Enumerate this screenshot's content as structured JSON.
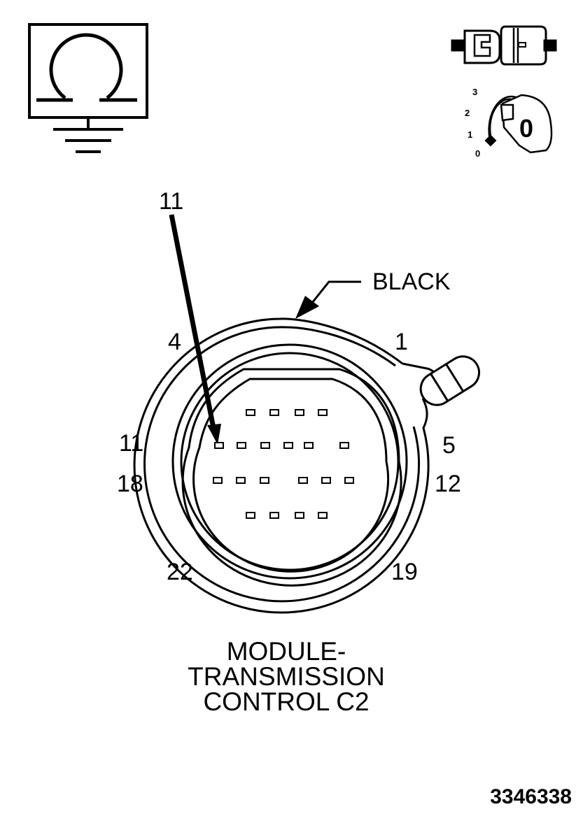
{
  "icons": {
    "ohmmeter": "ohmmeter-ground-icon",
    "connector": "disconnected-connector-icon",
    "ignition": "ignition-key-off-icon"
  },
  "ignition": {
    "positions": [
      "3",
      "2",
      "1",
      "0"
    ],
    "key_text": "0"
  },
  "connector": {
    "color_label": "BLACK",
    "pointer_label": "11",
    "pin_labels": {
      "p4": "4",
      "p1": "1",
      "p11": "11",
      "p5": "5",
      "p18": "18",
      "p12": "12",
      "p22": "22",
      "p19": "19"
    },
    "terminal_rows": [
      4,
      6,
      6,
      4
    ]
  },
  "caption": {
    "line1": "MODULE-",
    "line2": "TRANSMISSION",
    "line3": "CONTROL C2"
  },
  "figure_number": "3346338"
}
